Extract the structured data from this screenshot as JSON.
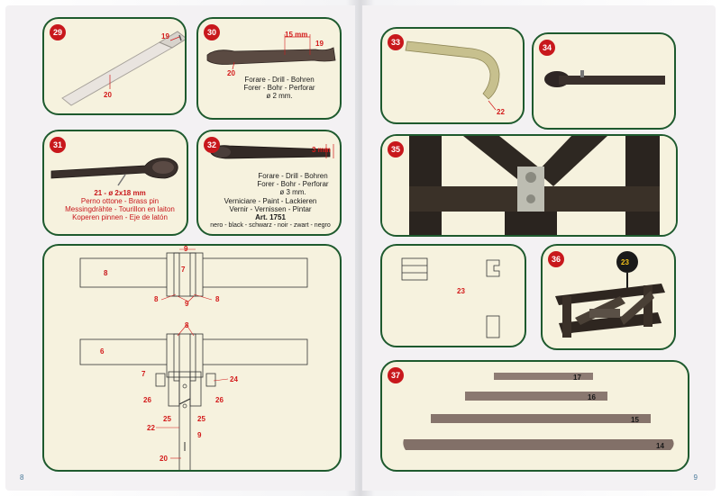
{
  "page_numbers": {
    "left": "8",
    "right": "9"
  },
  "steps": {
    "s29": {
      "num": "29",
      "labels": [
        "19",
        "20"
      ]
    },
    "s30": {
      "num": "30",
      "dim": "15 mm",
      "labels": [
        "19",
        "20"
      ],
      "text": [
        "Forare - Drill - Bohren",
        "Forer - Bohr - Perforar",
        "ø 2 mm."
      ]
    },
    "s31": {
      "num": "31",
      "pin_size": "21 - ø 2x18 mm",
      "text": [
        "Perno ottone - Brass pin",
        "Messingdrähte - Tourillon en laiton",
        "Koperen pinnen - Eje de latón"
      ]
    },
    "s32": {
      "num": "32",
      "dim": "3 mm",
      "drill": [
        "Forare - Drill - Bohren",
        "Forer - Bohr - Perforar",
        "ø 3 mm."
      ],
      "paint": [
        "Verniciare - Paint - Lackieren",
        "Vernir - Vernissen - Pintar"
      ],
      "art": "Art. 1751",
      "colors": "nero - black - schwarz - noir - zwart - negro"
    },
    "s33": {
      "num": "33",
      "labels": [
        "22"
      ]
    },
    "s34": {
      "num": "34"
    },
    "s35": {
      "num": "35"
    },
    "s36": {
      "num": "36",
      "labels": [
        "23"
      ]
    },
    "s37": {
      "num": "37",
      "labels": [
        "17",
        "16",
        "15",
        "14"
      ]
    },
    "s23": {
      "labels": [
        "23"
      ]
    },
    "diagram": {
      "top": [
        "9",
        "8",
        "7",
        "8",
        "9",
        "8"
      ],
      "bottom": [
        "8",
        "6",
        "7",
        "24",
        "26",
        "26",
        "25",
        "25",
        "22",
        "9",
        "20"
      ]
    }
  },
  "colors": {
    "panel_bg": "#f6f2de",
    "panel_border": "#1e5a2e",
    "badge": "#c8181c",
    "label": "#d31a1a"
  }
}
